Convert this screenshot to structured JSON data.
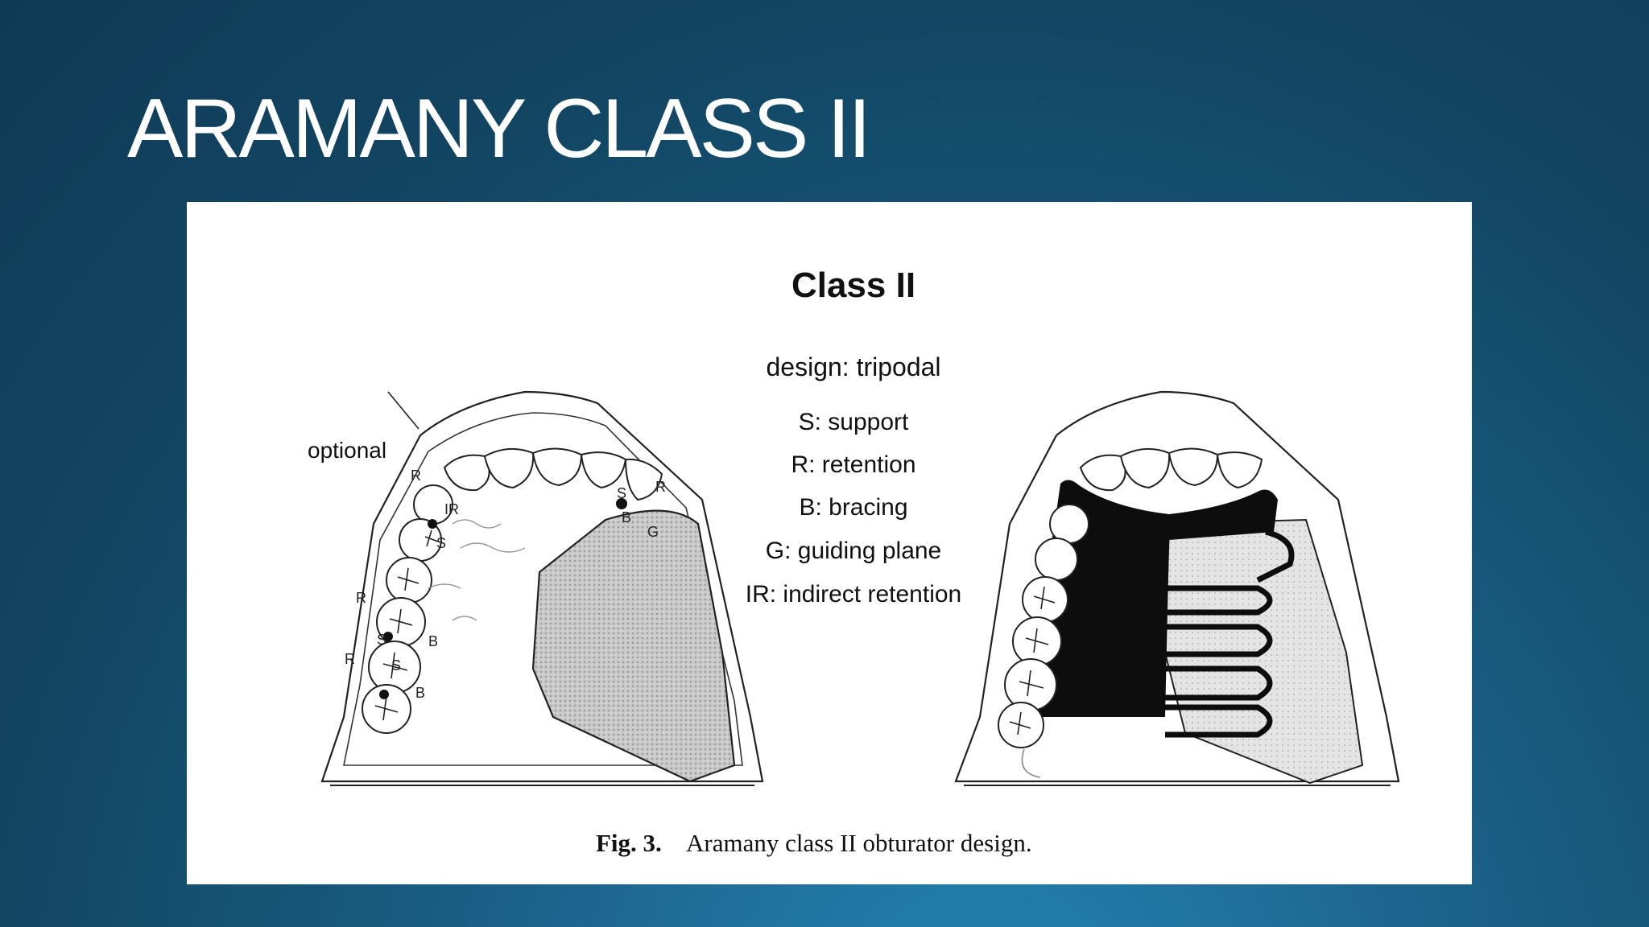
{
  "slide": {
    "title": "ARAMANY CLASS II"
  },
  "figure": {
    "heading": "Class II",
    "design": "design: tripodal",
    "legend": [
      "S: support",
      "R: retention",
      "B: bracing",
      "G: guiding plane",
      "IR: indirect retention"
    ],
    "optional_label": "optional",
    "left_marks": {
      "r1": "R",
      "ir": "IR",
      "s1": "S",
      "s2": "S",
      "s3": "S",
      "r2": "R",
      "r3": "R",
      "b1": "B",
      "b2": "B",
      "s4": "S",
      "b3": "B",
      "r4": "R",
      "g": "G"
    },
    "caption_fig": "Fig. 3.",
    "caption_text": "Aramany class II obturator design."
  }
}
